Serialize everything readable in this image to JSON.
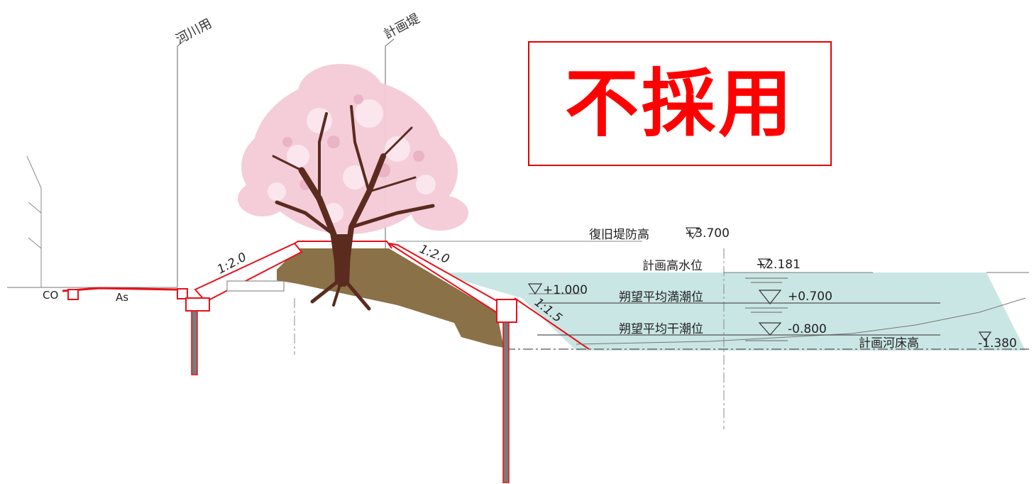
{
  "stamp": {
    "text": "不採用"
  },
  "section_labels": {
    "river_area": "河川用",
    "planned_levee": "計画堤"
  },
  "levels": {
    "restored_levee_height": {
      "label": "復旧堤防高",
      "value": "+3.700"
    },
    "planned_high_water": {
      "label": "計画高水位",
      "value": "+2.181"
    },
    "mean_high_tide": {
      "label": "朔望平均満潮位",
      "value": "+0.700"
    },
    "mean_low_tide": {
      "label": "朔望平均干潮位",
      "value": "-0.800"
    },
    "planned_riverbed": {
      "label": "計画河床高",
      "value": "-1.380"
    },
    "side_level": {
      "value": "+1.000"
    }
  },
  "slopes": {
    "land_side": "1:2.0",
    "river_side": "1:2.0",
    "toe": "1:1.5"
  },
  "ground_labels": {
    "co": "CO",
    "as": "As"
  },
  "colors": {
    "stamp_red": "#ff0000",
    "structure_red": "#e8101a",
    "earth_brown": "#8a7148",
    "water": "#c9e6e4",
    "pile_gray": "#7a7a7a",
    "blossom_pink": "#f4cbd8",
    "trunk_brown": "#5a2b1e"
  },
  "icons": {
    "tree": "cherry-blossom-tree",
    "level_marker": "triangle-down"
  }
}
